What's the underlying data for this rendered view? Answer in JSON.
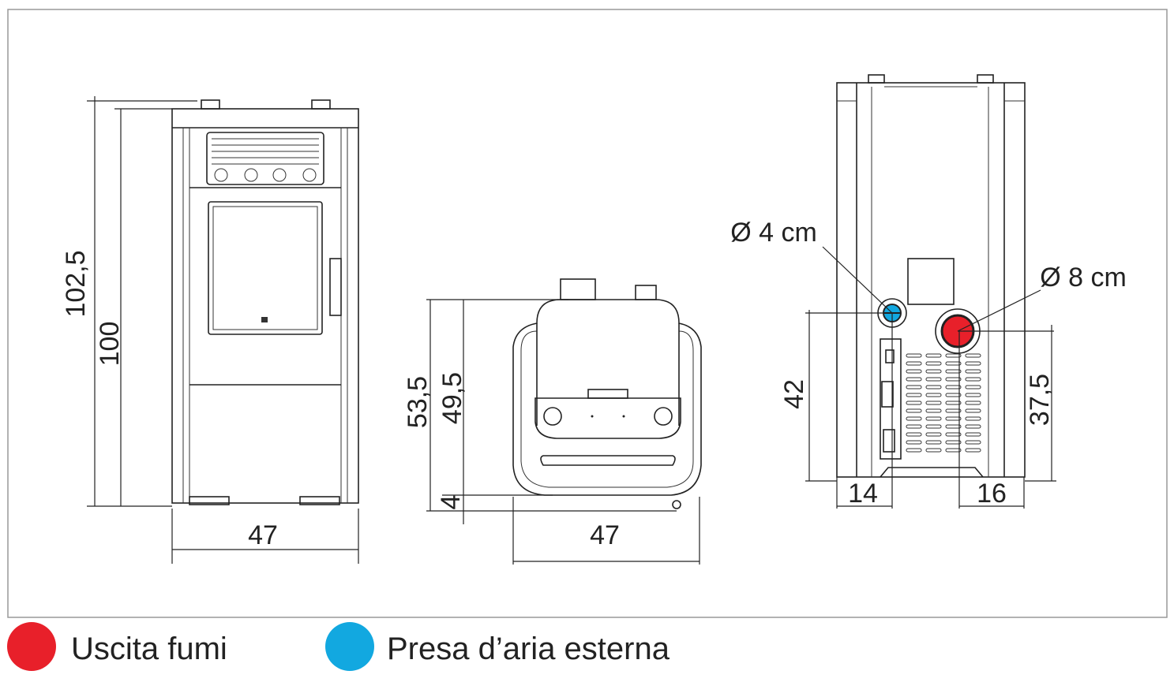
{
  "front_view": {
    "height_total": "102,5",
    "height_body": "100",
    "width": "47"
  },
  "top_view": {
    "depth_total": "53,5",
    "depth_body": "49,5",
    "offset": "4",
    "width": "47"
  },
  "back_view": {
    "air_inlet_diameter": "Ø 4 cm",
    "flue_diameter": "Ø 8 cm",
    "air_inlet_height": "42",
    "flue_height": "37,5",
    "air_inlet_side_offset": "14",
    "flue_side_offset": "16"
  },
  "legend": [
    {
      "label": "Uscita fumi",
      "color": "#e8202a"
    },
    {
      "label": "Presa d’aria esterna",
      "color": "#12a8e0"
    }
  ]
}
